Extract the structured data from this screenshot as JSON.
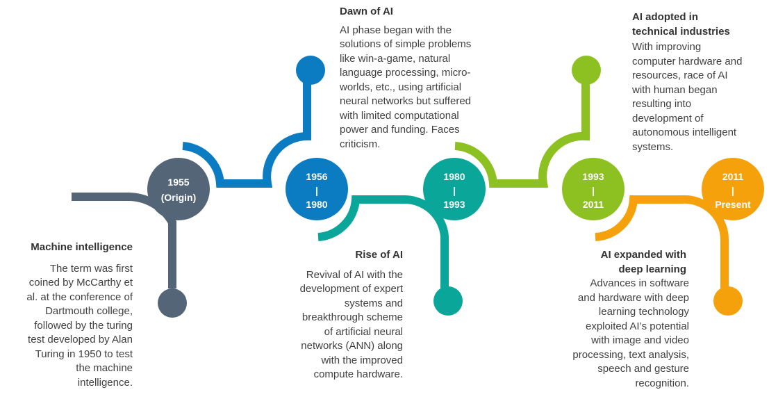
{
  "colors": {
    "slate": "#546578",
    "blue": "#0c7cc2",
    "teal": "#0aa69a",
    "green": "#8dc121",
    "orange": "#f5a10b",
    "text": "#404040"
  },
  "stages": [
    {
      "id": "origin",
      "color": "#546578",
      "period": [
        "1955",
        "(Origin)"
      ],
      "title": "Machine intelligence",
      "body": "The term was first\ncoined by McCarthy et\nal. at the conference of\nDartmouth college,\nfollowed by the turing\ntest developed by Alan\nTuring in 1950 to test\nthe machine\nintelligence."
    },
    {
      "id": "dawn",
      "color": "#0c7cc2",
      "period": [
        "1956",
        "|",
        "1980"
      ],
      "title": "Dawn of AI",
      "body": "AI phase began with the\nsolutions of simple problems\nlike win-a-game, natural\nlanguage processing, micro-\nworlds, etc., using artificial\nneural networks but suffered\nwith limited computational\npower and funding. Faces\ncriticism."
    },
    {
      "id": "rise",
      "color": "#0aa69a",
      "period": [
        "1980",
        "|",
        "1993"
      ],
      "title": "Rise of AI",
      "body": "Revival of AI with the\ndevelopment of expert\nsystems and\nbreakthrough scheme\nof artificial neural\nnetworks (ANN) along\nwith the improved\ncompute hardware."
    },
    {
      "id": "adopted",
      "color": "#8dc121",
      "period": [
        "1993",
        "|",
        "2011"
      ],
      "title": "AI adopted in\ntechnical industries",
      "body": "With improving\ncomputer hardware and\nresources, race of AI\nwith human began\nresulting into\ndevelopment of\nautonomous intelligent\nsystems."
    },
    {
      "id": "deep",
      "color": "#f5a10b",
      "period": [
        "2011",
        "|",
        "Present"
      ],
      "title": "AI expanded with\ndeep learning",
      "body": "Advances in software\nand hardware with deep\nlearning technology\nexploited AI’s potential\nwith image and video\nprocessing, text analysis,\nspeech and gesture\nrecognition."
    }
  ]
}
